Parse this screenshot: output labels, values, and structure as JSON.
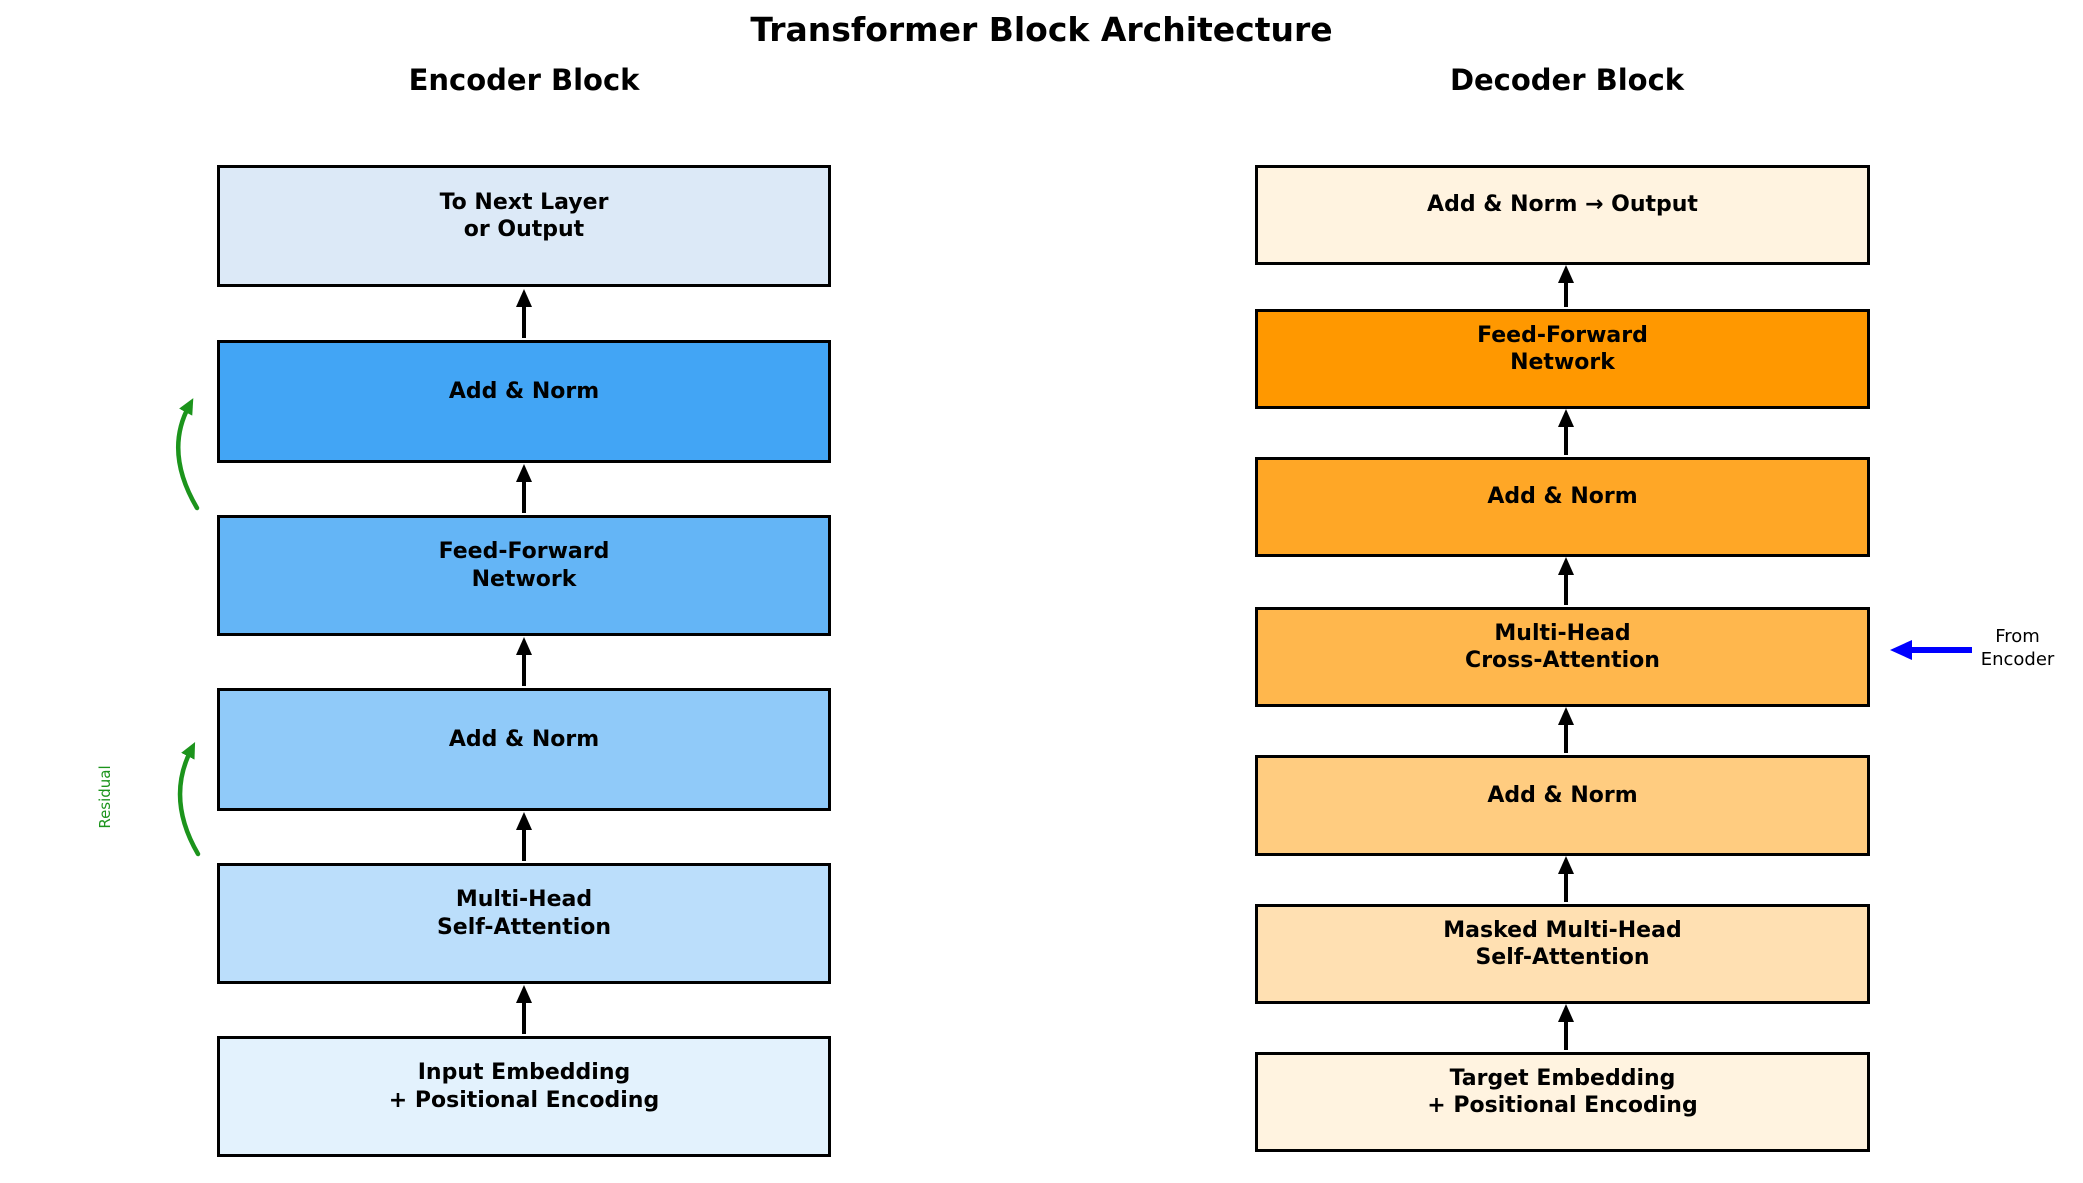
{
  "title": "Transformer Block Architecture",
  "colors": {
    "background": "#FFFFFF",
    "text": "#000000",
    "box_border": "#000000",
    "flow_arrow": "#000000",
    "residual_green": "#1C941C",
    "from_encoder_blue": "#0000FF"
  },
  "encoder": {
    "header": "Encoder Block",
    "boxes": [
      {
        "label": "To Next Layer\nor Output",
        "fill": "#DCE9F7"
      },
      {
        "label": "Add & Norm",
        "fill": "#42A5F5"
      },
      {
        "label": "Feed-Forward\nNetwork",
        "fill": "#64B5F6"
      },
      {
        "label": "Add & Norm",
        "fill": "#90CAF9"
      },
      {
        "label": "Multi-Head\nSelf-Attention",
        "fill": "#BBDEFB"
      },
      {
        "label": "Input Embedding\n+ Positional Encoding",
        "fill": "#E3F2FD"
      }
    ],
    "residual_label": "Residual"
  },
  "decoder": {
    "header": "Decoder Block",
    "boxes": [
      {
        "label": "Add & Norm → Output",
        "fill": "#FFF3E0"
      },
      {
        "label": "Feed-Forward\nNetwork",
        "fill": "#FF9800"
      },
      {
        "label": "Add & Norm",
        "fill": "#FFA726"
      },
      {
        "label": "Multi-Head\nCross-Attention",
        "fill": "#FFB74D"
      },
      {
        "label": "Add & Norm",
        "fill": "#FFCC80"
      },
      {
        "label": "Masked Multi-Head\nSelf-Attention",
        "fill": "#FFE0B2"
      },
      {
        "label": "Target Embedding\n+ Positional Encoding",
        "fill": "#FFF3E0"
      }
    ],
    "from_encoder_label": "From\nEncoder"
  }
}
